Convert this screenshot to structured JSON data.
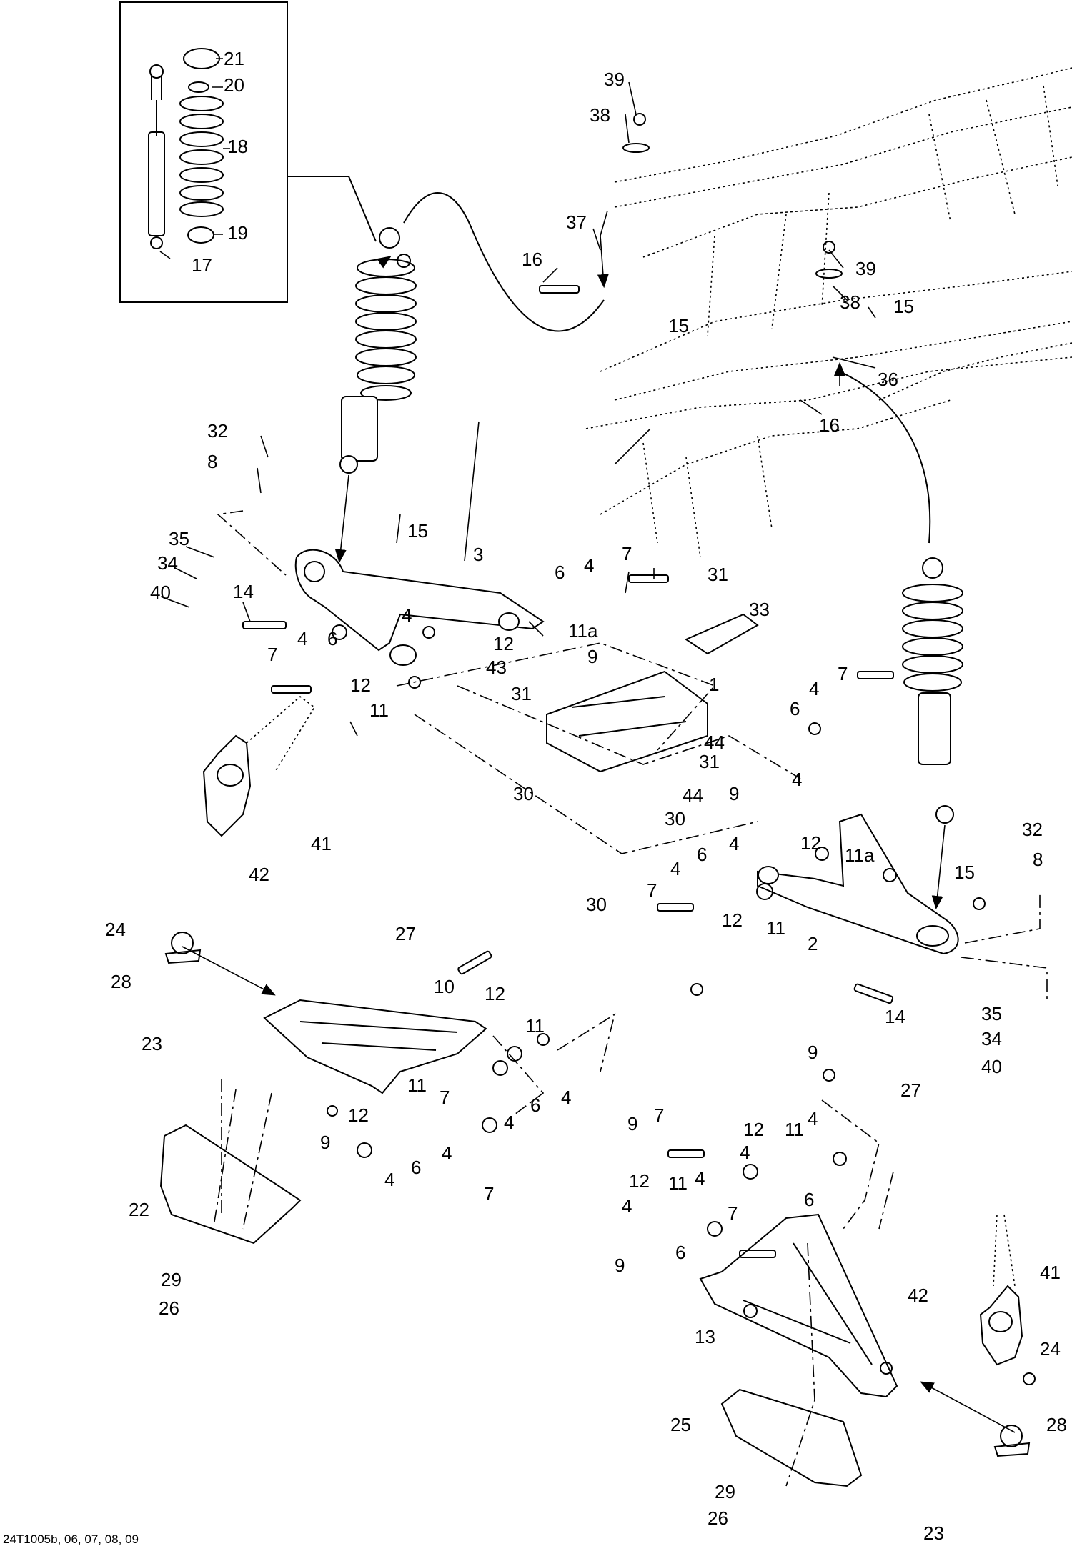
{
  "drawing_ref": "24T1005b, 06, 07, 08, 09",
  "callouts": [
    "1",
    "2",
    "3",
    "4",
    "6",
    "7",
    "8",
    "9",
    "10",
    "11",
    "11a",
    "12",
    "13",
    "14",
    "15",
    "16",
    "17",
    "18",
    "19",
    "20",
    "21",
    "22",
    "23",
    "24",
    "25",
    "26",
    "27",
    "28",
    "29",
    "30",
    "31",
    "32",
    "33",
    "34",
    "35",
    "36",
    "37",
    "38",
    "39",
    "40",
    "41",
    "42",
    "43",
    "44"
  ]
}
